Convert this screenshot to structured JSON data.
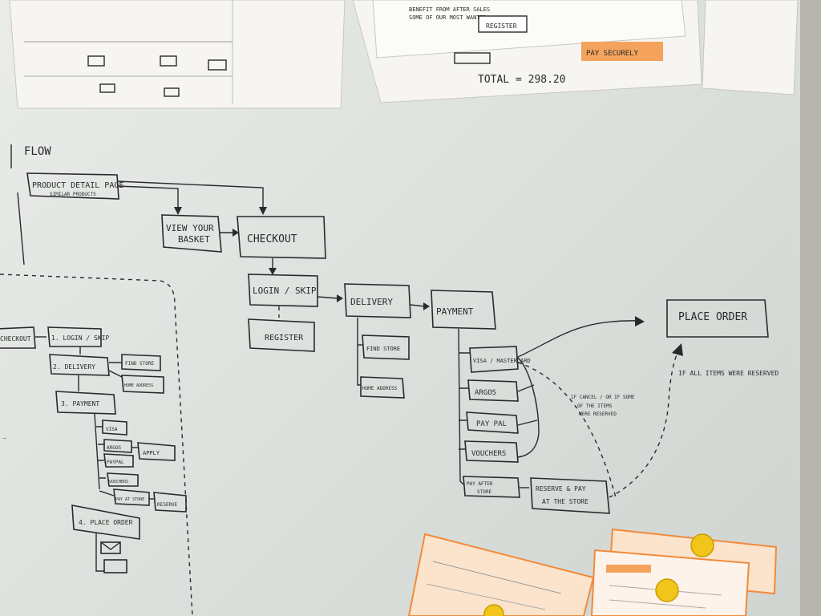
{
  "main_flow": {
    "title": "FLOW",
    "product_detail": "PRODUCT DETAIL PAGE",
    "product_detail_sub": "SIMILAR PRODUCTS",
    "view_basket_1": "VIEW YOUR",
    "view_basket_2": "BASKET",
    "checkout": "CHECKOUT",
    "login_skip": "LOGIN / SKIP",
    "register": "REGISTER",
    "delivery": "DELIVERY",
    "find_store": "FIND STORE",
    "home_address": "HOME ADDRESS",
    "payment": "PAYMENT",
    "visa_mastercard": "VISA / MASTERCARD",
    "argos": "ARGOS",
    "paypal": "PAY PAL",
    "vouchers": "VOUCHERS",
    "pay_after_store_1": "PAY AFTER",
    "pay_after_store_2": "STORE",
    "reserve_pay_1": "RESERVE & PAY",
    "reserve_pay_2": "AT THE STORE",
    "place_order": "PLACE ORDER",
    "note_all_items": "IF ALL ITEMS WERE RESERVED",
    "note_cancel_1": "IF CANCEL / OR IF SOME",
    "note_cancel_2": "OF THE ITEMS",
    "note_cancel_3": "WERE RESERVED"
  },
  "left_flow": {
    "checkout": "CHECKOUT",
    "login_skip": "1. LOGIN / SKIP",
    "delivery": "2. DELIVERY",
    "find_store": "FIND STORE",
    "home_address": "HOME ADDRESS",
    "payment": "3. PAYMENT",
    "visa": "VISA",
    "argos": "ARGOS",
    "apply": "APPLY",
    "paypal": "PAYPAL",
    "vouchers": "VOUCHERS",
    "pay_at_store": "PAY AT STORE",
    "reserve": "RESERVE",
    "place_order": "4. PLACE ORDER"
  },
  "top_papers": {
    "register_button": "REGISTER",
    "pay_securely": "PAY SECURELY",
    "total": "TOTAL = 298.20",
    "mid_note": "BENEFIT FROM AFTER SALES",
    "mid_note_2": "SOME OF OUR MOST WANTED"
  },
  "colors": {
    "whiteboard": "#e3e6e2",
    "marker": "#2a2a2a",
    "sticky_orange": "#f5a35c",
    "magnet_yellow": "#f2c51a"
  }
}
